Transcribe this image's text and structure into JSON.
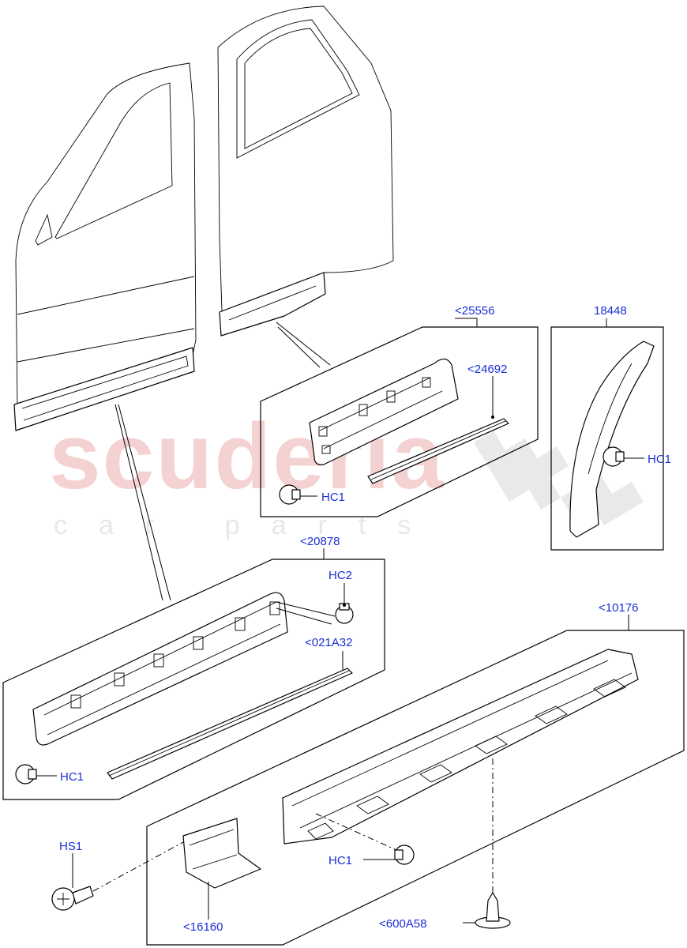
{
  "watermark": {
    "brand": "scuderia",
    "tagline": "car parts"
  },
  "callouts": {
    "part_25556": "<25556",
    "part_24692": "<24692",
    "part_18448": "18448",
    "part_20878": "<20878",
    "part_hc2": "HC2",
    "part_021a32": "<021A32",
    "part_10176": "<10176",
    "part_hc1_upper_box": "HC1",
    "part_hc1_right_box": "HC1",
    "part_hc1_left_box": "HC1",
    "part_hc1_sill": "HC1",
    "part_hs1": "HS1",
    "part_16160": "<16160",
    "part_600a58": "<600A58"
  },
  "colors": {
    "callout_text": "#1a2fd6",
    "watermark_red": "#f3c7c7",
    "watermark_grey": "#e8e8e8",
    "line": "#000000"
  }
}
